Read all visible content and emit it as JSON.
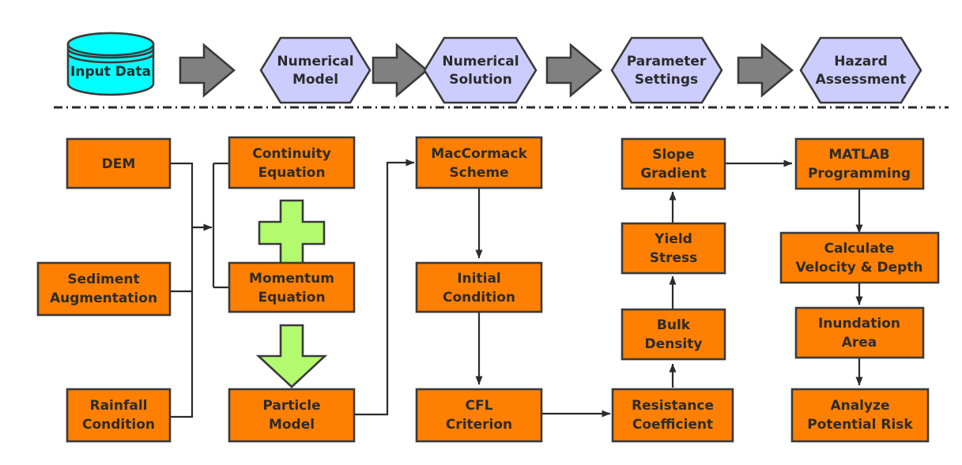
{
  "diagram": {
    "title": "Debris flow numerical modeling workflow flowchart",
    "colors": {
      "cylinder_fill": "#00ffff",
      "hexagon_fill": "#ccccff",
      "gray_arrow_fill": "#808080",
      "box_fill": "#ff8000",
      "green_fill": "#b3fa6e",
      "stroke": "#3a3a3a",
      "text": "#2b2b2b",
      "divider": "#2b2b2b"
    },
    "top_row": {
      "name": "workflow-stages",
      "nodes": [
        {
          "id": "input-data",
          "label": "Input Data",
          "shape": "cylinder"
        },
        {
          "id": "numerical-model",
          "label": "Numerical\nModel",
          "line1": "Numerical",
          "line2": "Model",
          "shape": "hexagon"
        },
        {
          "id": "numerical-solution",
          "label": "Numerical\nSolution",
          "line1": "Numerical",
          "line2": "Solution",
          "shape": "hexagon"
        },
        {
          "id": "parameter-settings",
          "label": "Parameter\nSettings",
          "line1": "Parameter",
          "line2": "Settings",
          "shape": "hexagon"
        },
        {
          "id": "hazard-assessment",
          "label": "Hazard\nAssessment",
          "line1": "Hazard",
          "line2": "Assessment",
          "shape": "hexagon"
        }
      ],
      "connector_count": 4,
      "connector_shape": "block-arrow-right"
    },
    "columns": [
      {
        "id": "column-input",
        "boxes": [
          {
            "id": "dem",
            "line1": "DEM",
            "line2": ""
          },
          {
            "id": "sediment-augmentation",
            "line1": "Sediment",
            "line2": "Augmentation"
          },
          {
            "id": "rainfall-condition",
            "line1": "Rainfall",
            "line2": "Condition"
          }
        ]
      },
      {
        "id": "column-equations",
        "boxes": [
          {
            "id": "continuity-equation",
            "line1": "Continuity",
            "line2": "Equation"
          },
          {
            "id": "momentum-equation",
            "line1": "Momentum",
            "line2": "Equation"
          },
          {
            "id": "particle-model",
            "line1": "Particle",
            "line2": "Model"
          }
        ],
        "operators": [
          {
            "id": "plus-operator",
            "glyph": "plus"
          },
          {
            "id": "down-arrow-operator",
            "glyph": "arrow-down"
          }
        ]
      },
      {
        "id": "column-scheme",
        "boxes": [
          {
            "id": "maccormack-scheme",
            "line1": "MacCormack",
            "line2": "Scheme"
          },
          {
            "id": "initial-condition",
            "line1": "Initial",
            "line2": "Condition"
          },
          {
            "id": "cfl-criterion",
            "line1": "CFL",
            "line2": "Criterion"
          }
        ]
      },
      {
        "id": "column-parameters",
        "boxes": [
          {
            "id": "slope-gradient",
            "line1": "Slope",
            "line2": "Gradient"
          },
          {
            "id": "yield-stress",
            "line1": "Yield",
            "line2": "Stress"
          },
          {
            "id": "bulk-density",
            "line1": "Bulk",
            "line2": "Density"
          },
          {
            "id": "resistance-coefficient",
            "line1": "Resistance",
            "line2": "Coefficient"
          }
        ]
      },
      {
        "id": "column-results",
        "boxes": [
          {
            "id": "matlab-programming",
            "line1": "MATLAB",
            "line2": "Programming"
          },
          {
            "id": "calculate-velocity-depth",
            "line1": "Calculate",
            "line2": "Velocity & Depth"
          },
          {
            "id": "inundation-area",
            "line1": "Inundation",
            "line2": "Area"
          },
          {
            "id": "analyze-potential-risk",
            "line1": "Analyze",
            "line2": "Potential Risk"
          }
        ]
      }
    ]
  }
}
